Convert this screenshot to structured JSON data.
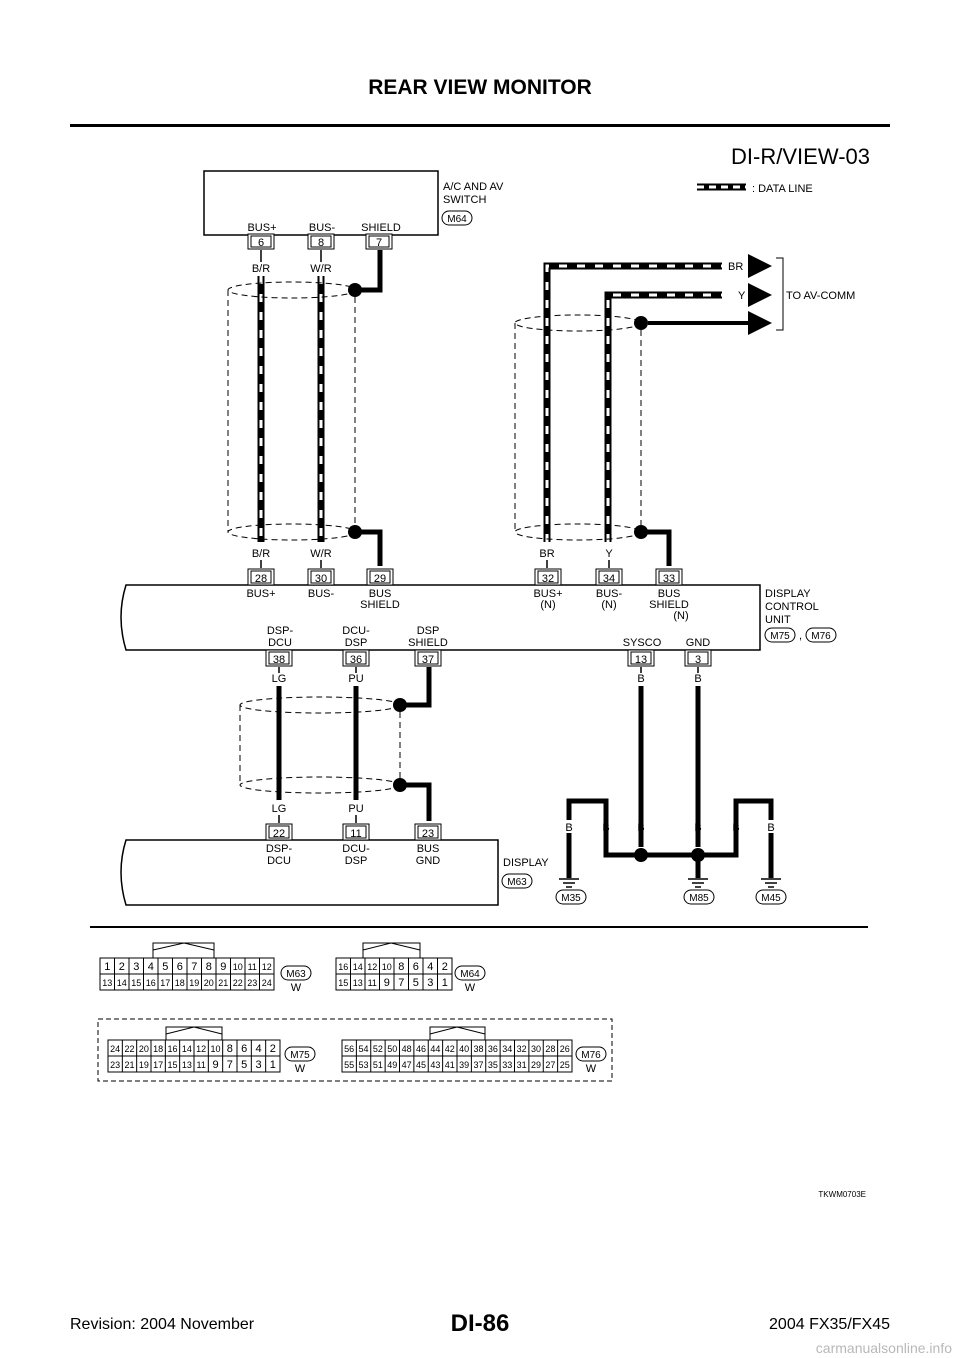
{
  "header": {
    "title": "REAR VIEW MONITOR",
    "diagram_id": "DI-R/VIEW-03"
  },
  "legend": {
    "data_line": ": DATA LINE"
  },
  "components": {
    "ac_av_switch": {
      "name_line1": "A/C AND AV",
      "name_line2": "SWITCH",
      "connector": "M64"
    },
    "display_control_unit": {
      "name_line1": "DISPLAY",
      "name_line2": "CONTROL",
      "name_line3": "UNIT",
      "connector1": "M75",
      "sep": ",",
      "connector2": "M76"
    },
    "display": {
      "name": "DISPLAY",
      "connector": "M63"
    }
  },
  "ac_switch_terminals": [
    {
      "label": "BUS+",
      "pin": "6",
      "wire": "B/R"
    },
    {
      "label": "BUS-",
      "pin": "8",
      "wire": "W/R"
    },
    {
      "label": "SHIELD",
      "pin": "7"
    }
  ],
  "dcu_upper_terminals": [
    {
      "pin": "28",
      "wire": "B/R",
      "label1": "BUS+"
    },
    {
      "pin": "30",
      "wire": "W/R",
      "label1": "BUS-"
    },
    {
      "pin": "29",
      "label1": "BUS",
      "label2": "SHIELD"
    },
    {
      "pin": "32",
      "wire": "BR",
      "label1": "BUS+",
      "label2": "(N)"
    },
    {
      "pin": "34",
      "wire": "Y",
      "label1": "BUS-",
      "label2": "(N)"
    },
    {
      "pin": "33",
      "label1": "BUS",
      "label2": "SHIELD",
      "label3": "(N)"
    }
  ],
  "dcu_lower_terminals": [
    {
      "pin": "38",
      "label1": "DSP-",
      "label2": "DCU",
      "wire": "LG"
    },
    {
      "pin": "36",
      "label1": "DCU-",
      "label2": "DSP",
      "wire": "PU"
    },
    {
      "pin": "37",
      "label1": "DSP",
      "label2": "SHIELD"
    },
    {
      "pin": "13",
      "label1": "SYSCO",
      "wire": "B"
    },
    {
      "pin": "3",
      "label1": "GND",
      "wire": "B"
    }
  ],
  "display_terminals": [
    {
      "pin": "22",
      "wire": "LG",
      "label1": "DSP-",
      "label2": "DCU"
    },
    {
      "pin": "11",
      "wire": "PU",
      "label1": "DCU-",
      "label2": "DSP"
    },
    {
      "pin": "23",
      "label1": "BUS",
      "label2": "GND"
    }
  ],
  "to_av_comm": {
    "wire1": "BR",
    "wire2": "Y",
    "label": "TO AV-COMM"
  },
  "grounds": {
    "wires": [
      "B",
      "B",
      "B",
      "B",
      "B",
      "B"
    ],
    "labels": [
      "M35",
      "M85",
      "M45"
    ]
  },
  "connector_diagrams": {
    "m63": {
      "label": "M63",
      "color": "W",
      "top": [
        "1",
        "2",
        "3",
        "4",
        "5",
        "6",
        "7",
        "8",
        "9",
        "10",
        "11",
        "12"
      ],
      "bottom": [
        "13",
        "14",
        "15",
        "16",
        "17",
        "18",
        "19",
        "20",
        "21",
        "22",
        "23",
        "24"
      ]
    },
    "m64": {
      "label": "M64",
      "color": "W",
      "top": [
        "16",
        "14",
        "12",
        "10",
        "8",
        "6",
        "4",
        "2"
      ],
      "bottom": [
        "15",
        "13",
        "11",
        "9",
        "7",
        "5",
        "3",
        "1"
      ]
    },
    "m75": {
      "label": "M75",
      "color": "W",
      "top": [
        "24",
        "22",
        "20",
        "18",
        "16",
        "14",
        "12",
        "10",
        "8",
        "6",
        "4",
        "2"
      ],
      "bottom": [
        "23",
        "21",
        "19",
        "17",
        "15",
        "13",
        "11",
        "9",
        "7",
        "5",
        "3",
        "1"
      ]
    },
    "m76": {
      "label": "M76",
      "color": "W",
      "top": [
        "56",
        "54",
        "52",
        "50",
        "48",
        "46",
        "44",
        "42",
        "40",
        "38",
        "36",
        "34",
        "32",
        "30",
        "28",
        "26"
      ],
      "bottom": [
        "55",
        "53",
        "51",
        "49",
        "47",
        "45",
        "43",
        "41",
        "39",
        "37",
        "35",
        "33",
        "31",
        "29",
        "27",
        "25"
      ]
    }
  },
  "figure_code": "TKWM0703E",
  "footer": {
    "revision": "Revision: 2004 November",
    "page": "DI-86",
    "model": "2004 FX35/FX45"
  },
  "watermark": "carmanualsonline.info"
}
